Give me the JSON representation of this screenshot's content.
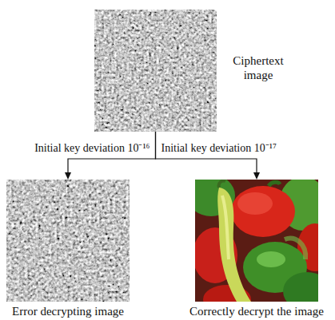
{
  "diagram": {
    "nodes": [
      {
        "text": [
          "Ciphertext image"
        ]
      },
      {
        "text": [
          "Error decrypting image"
        ]
      },
      {
        "text": [
          "Correctly decrypt the image"
        ]
      }
    ],
    "edges": [
      {
        "from": 0,
        "to": 1,
        "arrow": "to",
        "label": "Initial key deviation 10⁻¹⁶"
      },
      {
        "from": 0,
        "to": 2,
        "arrow": "to",
        "label": "Initial key deviation 10⁻¹⁷"
      }
    ]
  }
}
